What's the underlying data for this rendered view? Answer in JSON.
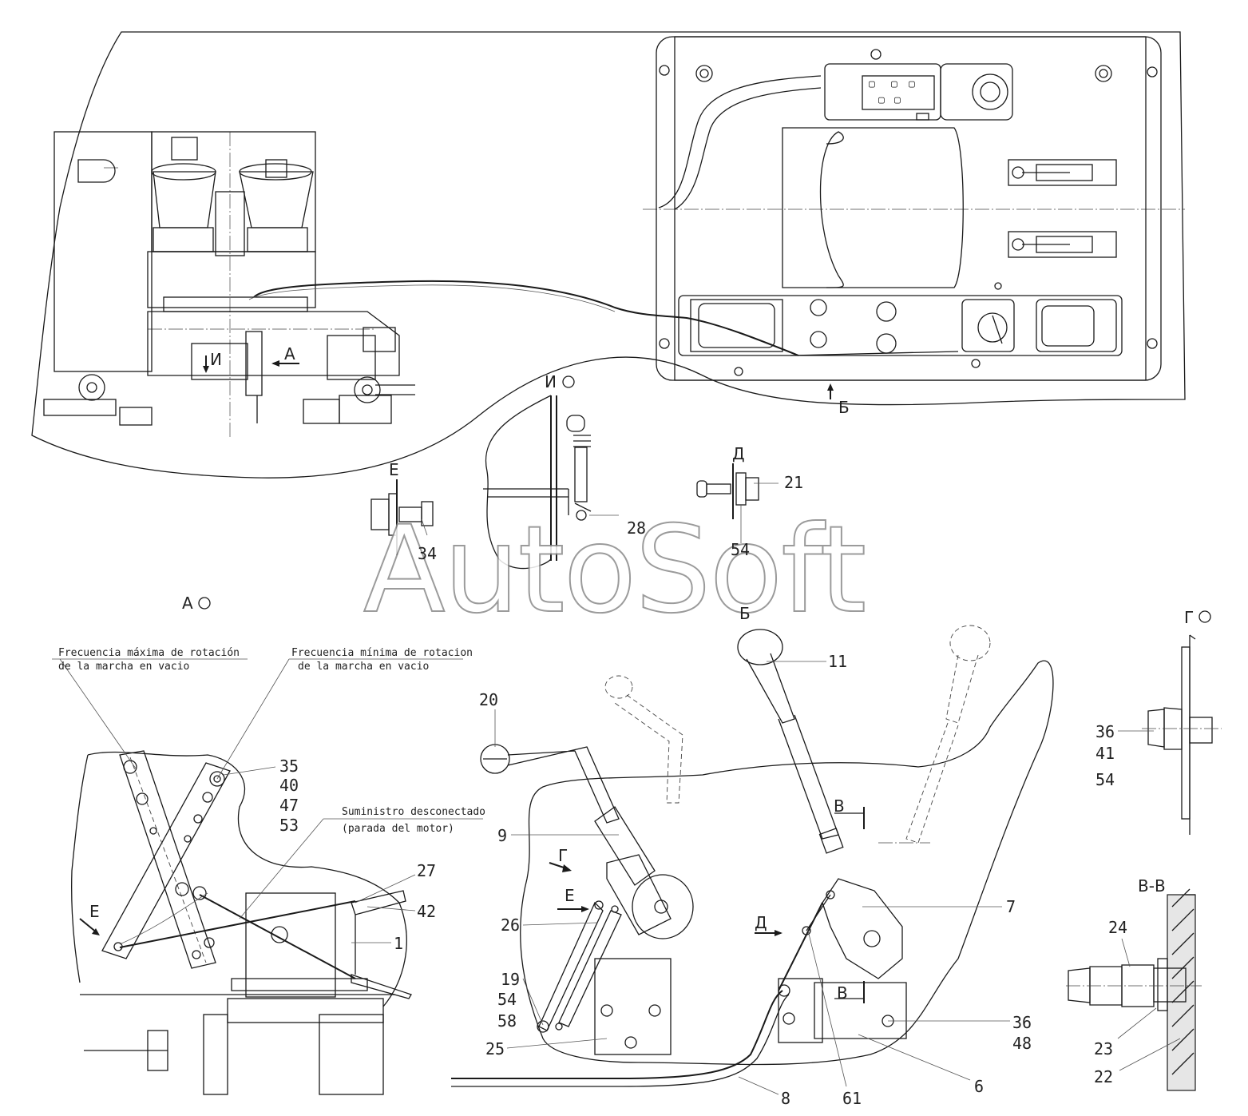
{
  "watermark": "AutoSoft",
  "views": {
    "view_a": "А",
    "view_b_top": "Б",
    "view_b_lower": "Б",
    "view_i": "И",
    "view_g": "Г",
    "section_vv": "В-В",
    "view_d": "Д",
    "view_e": "Е",
    "arrow_a": "А",
    "arrow_i": "И",
    "arrow_g": "Г",
    "arrow_e_left": "Е",
    "arrow_e_mid": "Е",
    "arrow_d": "Д",
    "arrow_v_top": "В",
    "arrow_v_bottom": "В"
  },
  "notes": {
    "max_idle_1": "Frecuencia máxima de rotación",
    "max_idle_2": "de la marcha en vacio",
    "min_idle_1": "Frecuencia mínima de rotacion",
    "min_idle_2": "de la marcha en vacio",
    "supply_off_1": "Suministro desconectado",
    "supply_off_2": "(parada del motor)"
  },
  "part_labels": {
    "p1": "1",
    "p6": "6",
    "p7": "7",
    "p8": "8",
    "p9": "9",
    "p11": "11",
    "p19": "19",
    "p20": "20",
    "p21": "21",
    "p22": "22",
    "p23": "23",
    "p24": "24",
    "p25": "25",
    "p26": "26",
    "p27": "27",
    "p28": "28",
    "p34": "34",
    "p35": "35",
    "p36a": "36",
    "p36b": "36",
    "p40": "40",
    "p41": "41",
    "p42": "42",
    "p47": "47",
    "p48": "48",
    "p53": "53",
    "p54a": "54",
    "p54b": "54",
    "p54c": "54",
    "p58": "58",
    "p61": "61"
  },
  "panel_buttons": [
    "▢",
    "▢",
    "▢",
    "▢",
    "▢"
  ]
}
